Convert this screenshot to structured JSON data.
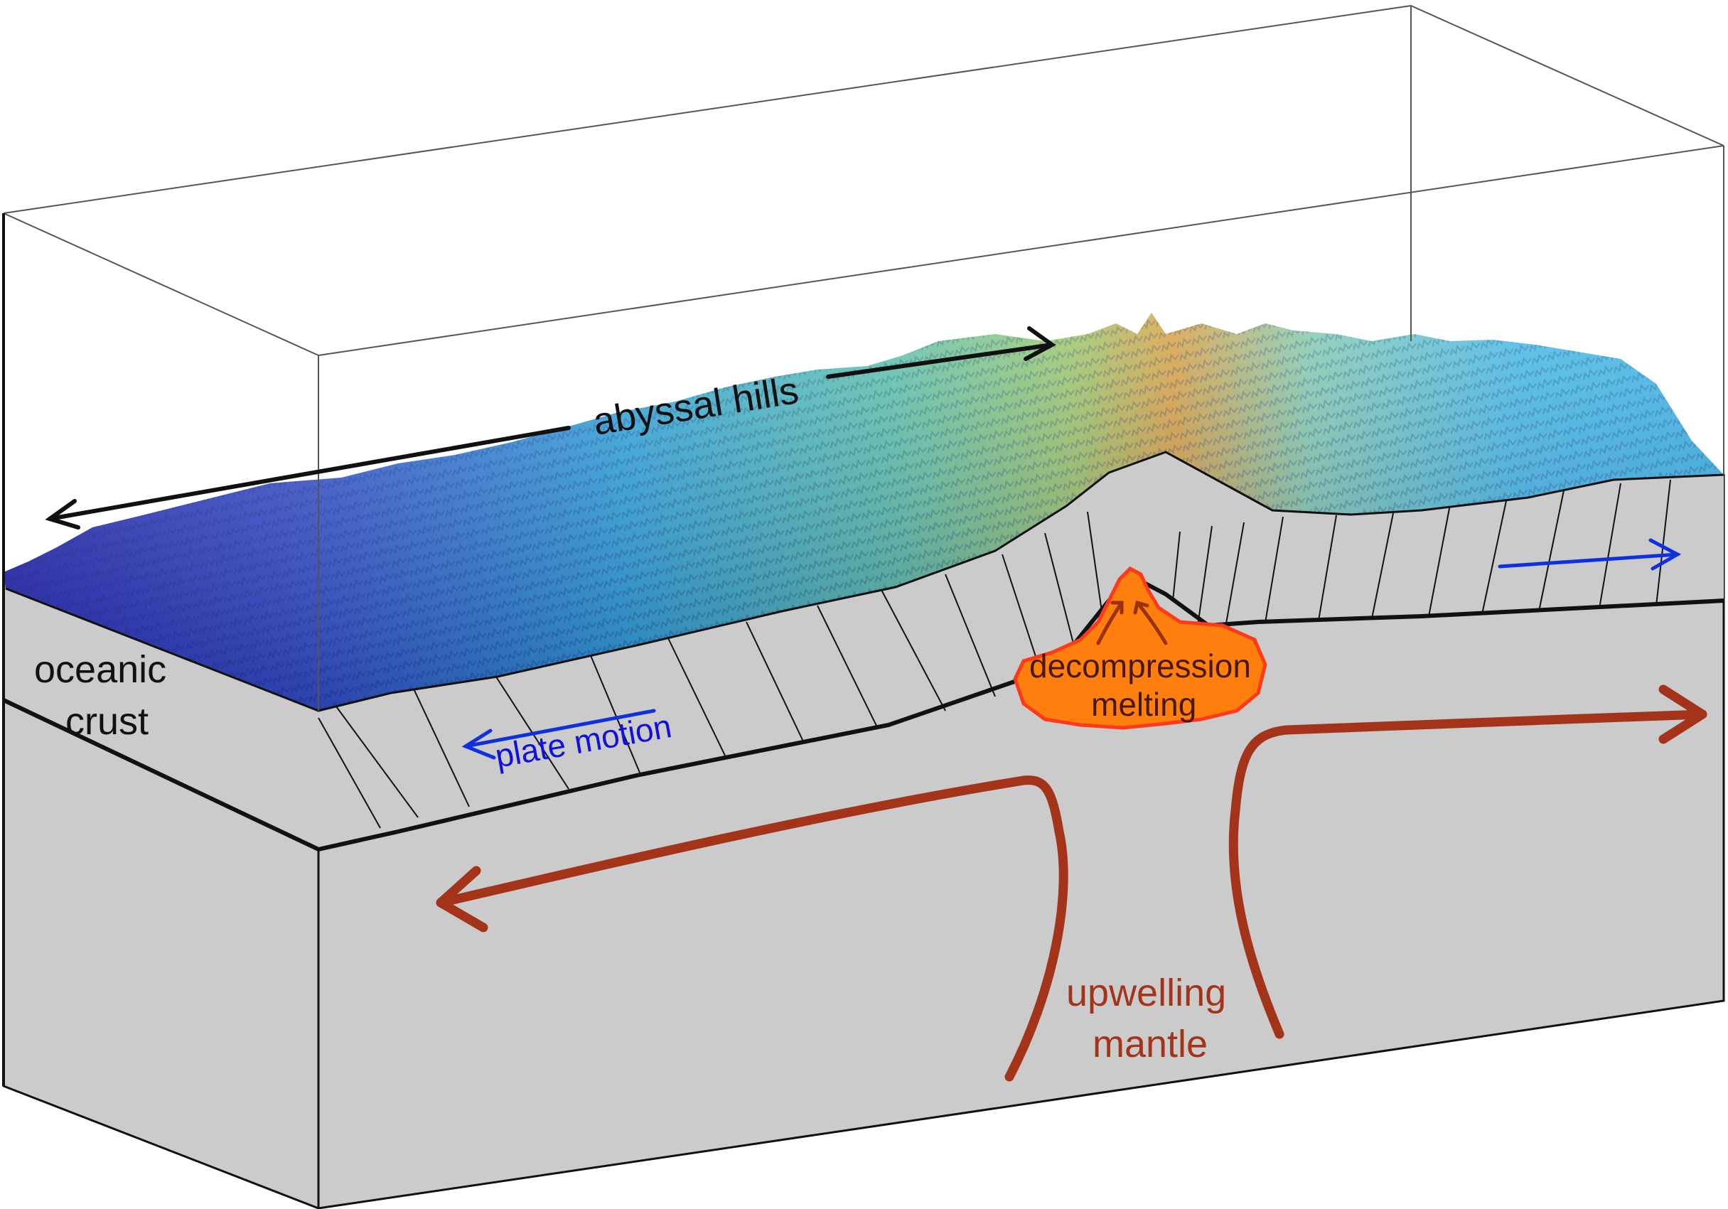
{
  "labels": {
    "abyssal_hills": "abyssal hills",
    "oceanic_crust_line1": "oceanic",
    "oceanic_crust_line2": "crust",
    "plate_motion": "plate motion",
    "decompression_line1": "decompression",
    "decompression_line2": "melting",
    "upwelling_line1": "upwelling",
    "upwelling_line2": "mantle"
  },
  "colors": {
    "block_fill": "#cbcbcb",
    "outline": "#111111",
    "plate_motion_arrow": "#1030e0",
    "mantle_flow_arrow": "#a3341a",
    "melt_fill": "#ff7f0e",
    "melt_outline": "#ff3a1a",
    "bathymetry_low": "#3a3ac8",
    "bathymetry_mid": "#35b5e0",
    "bathymetry_high": "#d9a040"
  }
}
